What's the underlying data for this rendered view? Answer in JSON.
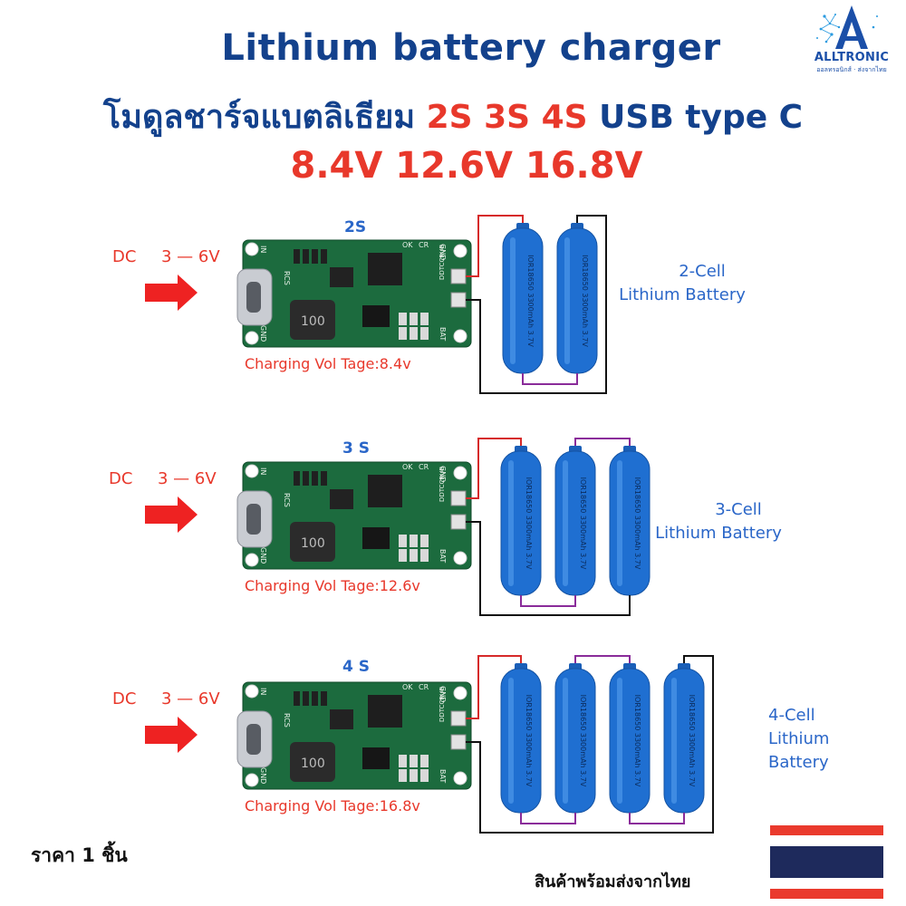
{
  "header": {
    "title": "Lithium battery charger",
    "subtitle_prefix": "โมดูลชาร์จแบตลิเธียม",
    "subtitle_highlight": "2S 3S 4S",
    "subtitle_suffix": "USB type C",
    "voltages": "8.4V 12.6V 16.8V"
  },
  "brand": {
    "name": "ALLTRONIC",
    "tagline": "ออลทรอนิกส์ · ส่งจากไทย",
    "logo_icon": "letter-a-logo-icon"
  },
  "colors": {
    "title_blue": "#13418c",
    "accent_red": "#e8382b",
    "board_green": "#1c6b3e",
    "battery_blue": "#1f6fd1",
    "wire_red": "#d62a2a",
    "wire_purple": "#8a2c9a"
  },
  "board_labels": {
    "in": "IN",
    "gnd": "GND",
    "rcs": "RCS",
    "ok": "OK",
    "cr": "CR",
    "bat": "BAT",
    "part": "DDTCCRUB",
    "inductor": "100"
  },
  "battery_label": "IOR18650 3300mAh 3.7V",
  "configs": [
    {
      "label": "2S",
      "dc_label": "DC",
      "dc_range": "3 — 6V",
      "charging": "Charging Vol Tage:8.4v",
      "cells": 2,
      "cell_label_lines": [
        "2-Cell",
        "Lithium Battery"
      ]
    },
    {
      "label": "3 S",
      "dc_label": "DC",
      "dc_range": "3 — 6V",
      "charging": "Charging Vol Tage:12.6v",
      "cells": 3,
      "cell_label_lines": [
        "3-Cell",
        "Lithium Battery"
      ]
    },
    {
      "label": "4 S",
      "dc_label": "DC",
      "dc_range": "3 — 6V",
      "charging": "Charging Vol Tage:16.8v",
      "cells": 4,
      "cell_label_lines": [
        "4-Cell",
        "Lithium",
        "Battery"
      ]
    }
  ],
  "footer": {
    "price": "ราคา 1 ชิ้น",
    "shipping": "สินค้าพร้อมส่งจากไทย",
    "flag_icon": "thai-flag-icon"
  }
}
